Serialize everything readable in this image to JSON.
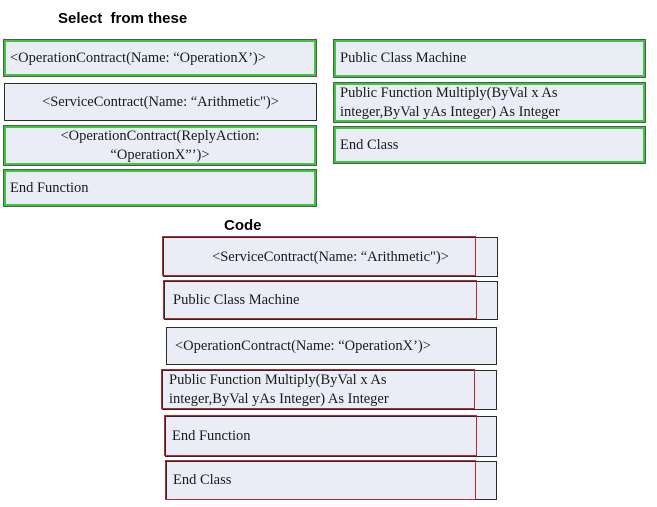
{
  "select_heading": "Select  from these",
  "code_heading": "Code",
  "select_items": [
    "<OperationContract(Name: “OperationX’)>",
    "<ServiceContract(Name: “Arithmetic\")>",
    "<OperationContract(ReplyAction: “OperationX”’)>",
    "End Function",
    "Public Class Machine",
    "Public Function Multiply(ByVal x As integer,ByVal yAs Integer) As Integer",
    "End Class"
  ],
  "code_items": [
    "<ServiceContract(Name: “Arithmetic\")>",
    "Public Class Machine",
    "<OperationContract(Name: “OperationX’)>",
    "Public Function Multiply(ByVal x As integer,ByVal yAs Integer) As Integer",
    "End Function",
    "End Class"
  ],
  "colors": {
    "box_fill": "#eaedf5",
    "select_highlight": "#3ac93a",
    "code_highlight": "#c0262b"
  }
}
